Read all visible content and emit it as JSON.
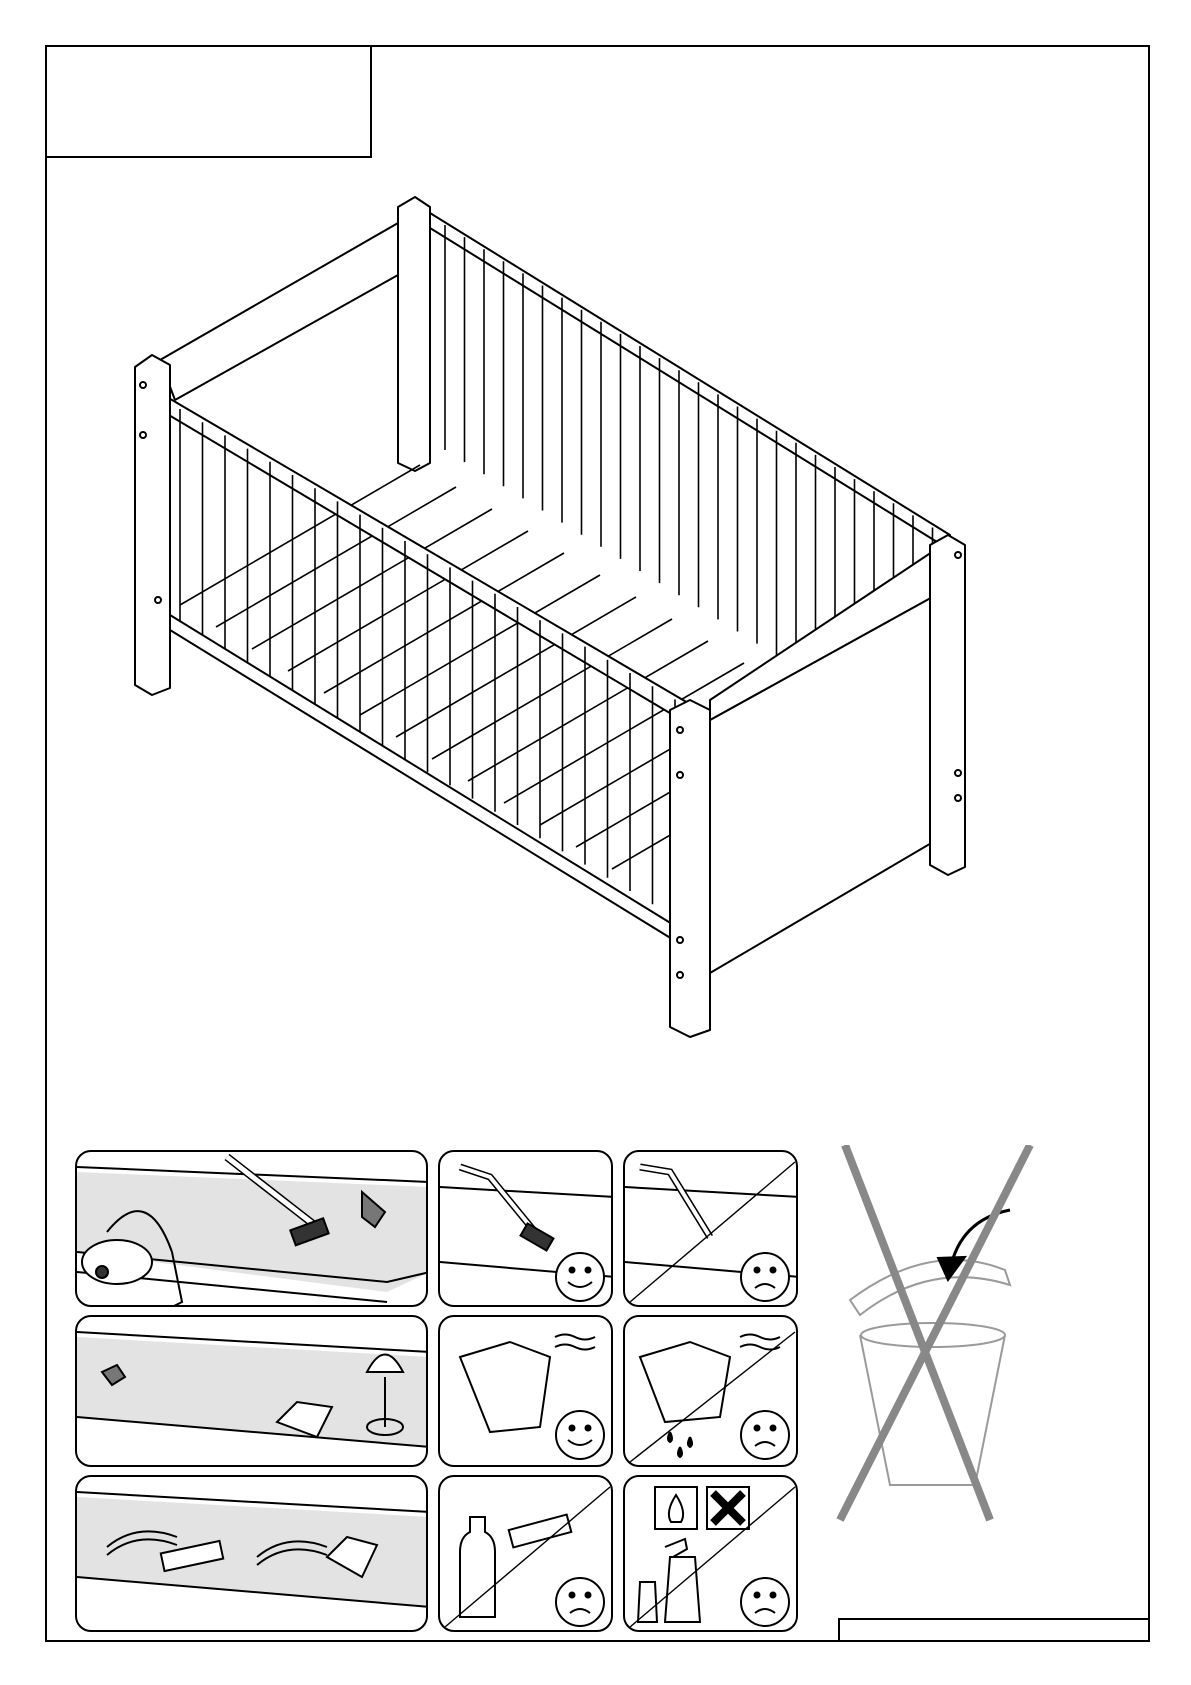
{
  "page": {
    "title_box_text": "",
    "footer_box_text": ""
  },
  "illustrations": {
    "main": "crib-isometric",
    "care_panels": [
      {
        "name": "vacuum-clean",
        "rating": "none"
      },
      {
        "name": "soft-brush",
        "rating": "happy"
      },
      {
        "name": "hard-nozzle",
        "rating": "sad"
      },
      {
        "name": "wipe-spill",
        "rating": "none"
      },
      {
        "name": "damp-cloth",
        "rating": "happy"
      },
      {
        "name": "wet-cloth",
        "rating": "sad"
      },
      {
        "name": "sponge-and-cloth",
        "rating": "none"
      },
      {
        "name": "detergent-sponge",
        "rating": "sad"
      },
      {
        "name": "hazardous-chemicals",
        "rating": "sad"
      }
    ],
    "disposal": "do-not-bin"
  },
  "colors": {
    "line": "#000000",
    "shade": "#d9d9d9",
    "smiley_cheek": "#f2c94c",
    "bin": "#9a9a9a"
  }
}
